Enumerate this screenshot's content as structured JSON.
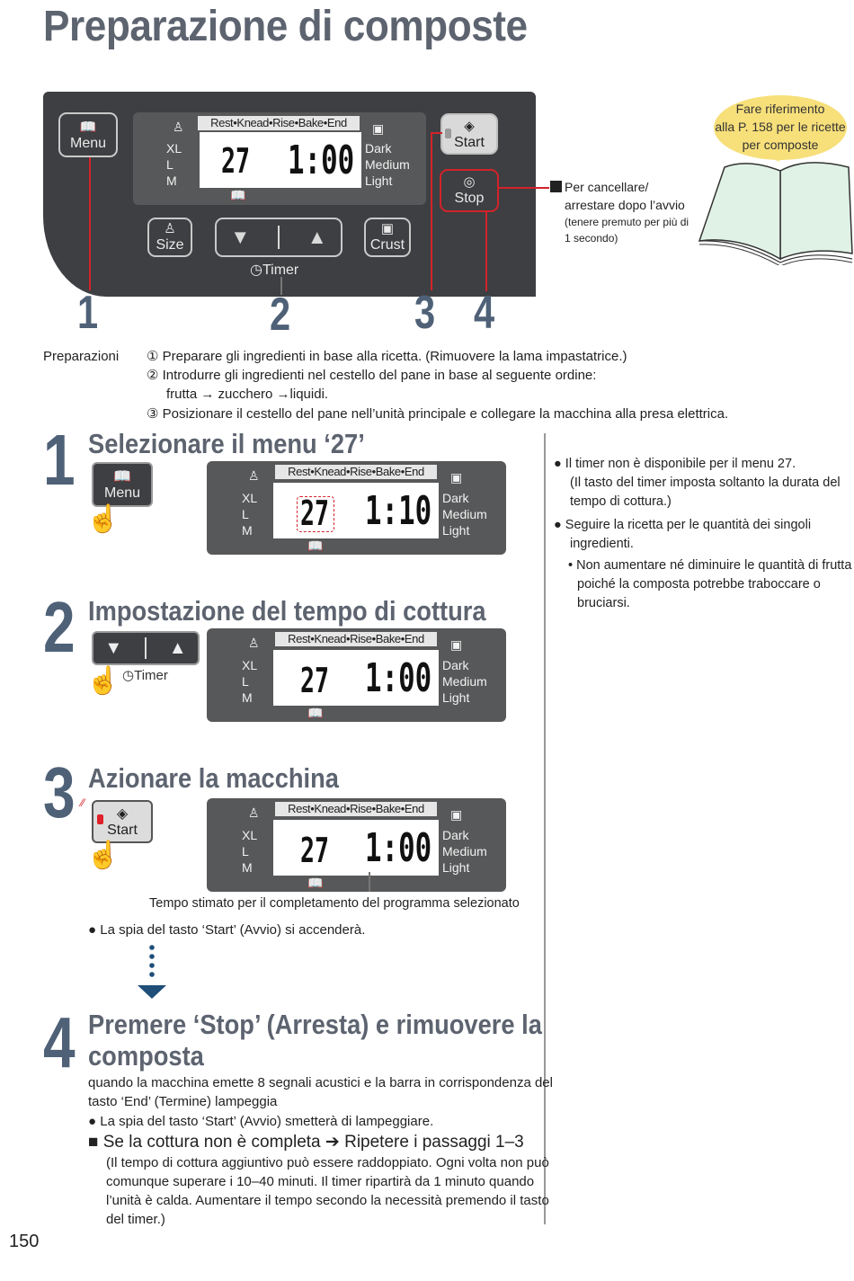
{
  "page_title": "Preparazione di composte",
  "panel": {
    "menu_label": "Menu",
    "size_label": "Size",
    "crust_label": "Crust",
    "start_label": "Start",
    "stop_label": "Stop",
    "timer_label": "Timer",
    "phases": "Rest•Knead•Rise•Bake•End",
    "size_options": [
      "XL",
      "L",
      "M"
    ],
    "crust_options": [
      "Dark",
      "Medium",
      "Light"
    ],
    "display_menu": "27",
    "display_time": "1:00"
  },
  "callouts": [
    "1",
    "2",
    "3",
    "4"
  ],
  "stop_note": {
    "line1": "Per cancellare/",
    "line2": "arrestare dopo l’avvio",
    "line3": "(tenere premuto per più di",
    "line4": "1 secondo)"
  },
  "bubble": {
    "line1": "Fare riferimento",
    "line2": "alla P. 158 per le ricette",
    "line3": "per composte"
  },
  "prep": {
    "label": "Preparazioni",
    "item1": "① Preparare gli ingredienti in base alla ricetta. (Rimuovere la lama impastatrice.)",
    "item2": "② Introdurre gli ingredienti nel cestello del pane in base al seguente ordine:",
    "item2b": "frutta → zucchero →liquidi.",
    "item3": "③ Posizionare il cestello del pane nell’unità principale e collegare la macchina alla presa elettrica."
  },
  "steps": {
    "s1": {
      "num": "1",
      "title": "Selezionare il menu ‘27’",
      "btn": "Menu",
      "menu": "27",
      "time": "1:10"
    },
    "s2": {
      "num": "2",
      "title": "Impostazione del tempo di cottura",
      "timer": "Timer",
      "menu": "27",
      "time": "1:00"
    },
    "s3": {
      "num": "3",
      "title": "Azionare la macchina",
      "btn": "Start",
      "menu": "27",
      "time": "1:00",
      "caption": "Tempo stimato per il completamento del programma selezionato",
      "bullet": "● La spia del tasto ‘Start’ (Avvio) si accenderà."
    },
    "s4": {
      "num": "4",
      "title1": "Premere ‘Stop’ (Arresta) e rimuovere la",
      "title2": "composta",
      "line1": "quando la macchina emette 8 segnali acustici e la barra in corrispondenza del",
      "line2": "tasto ‘End’ (Termine)  lampeggia",
      "bullet": "● La spia del tasto ‘Start’ (Avvio) smetterà di lampeggiare.",
      "sub": "■ Se la cottura non è completa ➔ Ripetere i passaggi 1–3",
      "p1": "(Il tempo di cottura aggiuntivo può essere raddoppiato. Ogni volta non può",
      "p2": "comunque superare i 10–40 minuti. Il timer ripartirà da 1 minuto quando",
      "p3": "l’unità è calda. Aumentare il tempo secondo la necessità premendo il tasto",
      "p4": "del timer.)"
    }
  },
  "side_notes": {
    "n1a": "● Il timer non è disponibile per il menu 27.",
    "n1b": "(Il tasto del timer imposta soltanto la durata del",
    "n1c": "tempo di cottura.)",
    "n2a": "● Seguire la ricetta per le quantità dei singoli",
    "n2b": "ingredienti.",
    "n3a": "• Non aumentare né diminuire le quantità di frutta",
    "n3b": "poiché la composta potrebbe traboccare o",
    "n3c": "bruciarsi."
  },
  "page_number": "150"
}
